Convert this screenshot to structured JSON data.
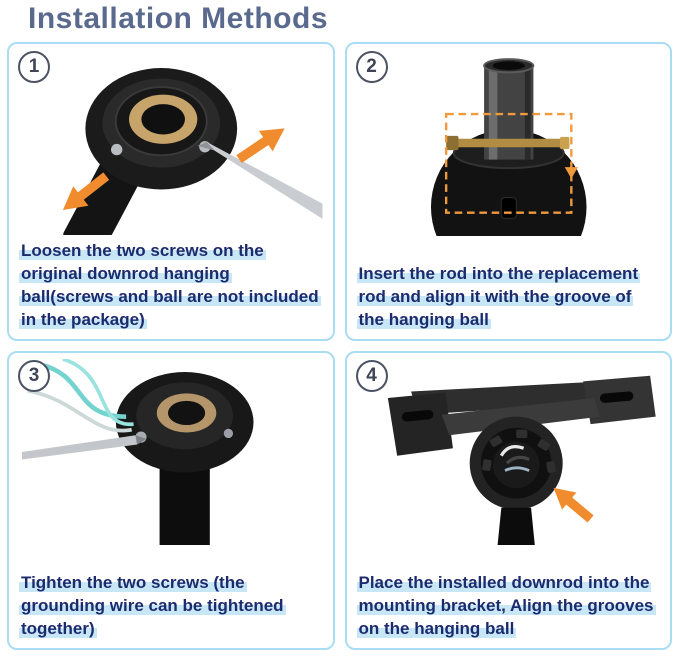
{
  "title": "Installation Methods",
  "colors": {
    "title": "#5a6a8e",
    "panel_border": "#a9ddf3",
    "caption_text": "#1c2a6e",
    "caption_highlight": "#c8e7f6",
    "arrow_orange": "#f08c2e",
    "brass_pin": "#b08d42"
  },
  "steps": [
    {
      "number": "1",
      "caption": "Loosen the two screws on the original downrod hanging ball(screws and ball are not included in the package)"
    },
    {
      "number": "2",
      "caption": "Insert the rod into the replacement rod and align it with the groove of the hanging ball"
    },
    {
      "number": "3",
      "caption": "Tighten the two screws (the grounding wire can be tightened together)"
    },
    {
      "number": "4",
      "caption": "Place the installed downrod into the mounting bracket, Align the grooves on the hanging ball"
    }
  ]
}
